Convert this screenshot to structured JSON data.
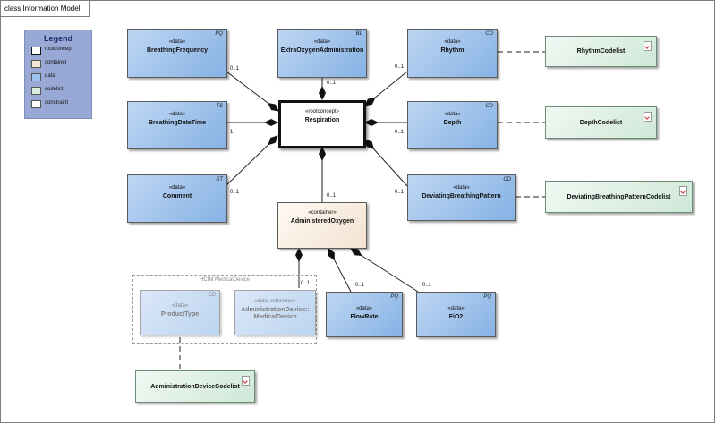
{
  "diagram_title": "class Information Model",
  "legend": {
    "title": "Legend",
    "items": [
      {
        "label": "rootconcept",
        "color": "#ffffff"
      },
      {
        "label": "container",
        "color": "#f6e7d9"
      },
      {
        "label": "data",
        "color": "#9cc1eb"
      },
      {
        "label": "codelist",
        "color": "#d9eede"
      },
      {
        "label": "constraint",
        "color": "#ffffff"
      }
    ]
  },
  "classes": {
    "breathing_frequency": {
      "stereotype": "«data»",
      "name": "BreathingFrequency",
      "type": "PQ"
    },
    "extra_oxygen": {
      "stereotype": "«data»",
      "name": "ExtraOxygenAdministration",
      "type": "BL"
    },
    "rhythm": {
      "stereotype": "«data»",
      "name": "Rhythm",
      "type": "CD"
    },
    "breathing_datetime": {
      "stereotype": "«data»",
      "name": "BreathingDateTime",
      "type": "TS"
    },
    "respiration": {
      "stereotype": "«rootconcept»",
      "name": "Respiration"
    },
    "depth": {
      "stereotype": "«data»",
      "name": "Depth",
      "type": "CD"
    },
    "comment": {
      "stereotype": "«data»",
      "name": "Comment",
      "type": "ST"
    },
    "administered_oxygen": {
      "stereotype": "«container»",
      "name": "AdministeredOxygen"
    },
    "deviating_pattern": {
      "stereotype": "«data»",
      "name": "DeviatingBreathingPattern",
      "type": "CD"
    },
    "product_type": {
      "stereotype": "«data»",
      "name": "ProductType",
      "type": "CD"
    },
    "medical_device": {
      "stereotype": "«data, reference»",
      "name_line1": "AdministrationDevice::",
      "name_line2": "MedicalDevice"
    },
    "flow_rate": {
      "stereotype": "«data»",
      "name": "FlowRate",
      "type": "PQ"
    },
    "fio2": {
      "stereotype": "«data»",
      "name": "FiO2",
      "type": "PQ"
    }
  },
  "codelists": {
    "rhythm_codelist": "RhythmCodelist",
    "depth_codelist": "DepthCodelist",
    "deviating_codelist": "DeviatingBreathingPatternCodelist",
    "admin_device_codelist": "AdministrationDeviceCodelist"
  },
  "package": {
    "label": "HCIM MedicalDevice"
  },
  "multiplicities": {
    "breathing_frequency": "0..1",
    "extra_oxygen": "0..1",
    "rhythm": "0..1",
    "breathing_datetime": "1",
    "depth": "0..1",
    "comment": "0..1",
    "administered_oxygen": "0..1",
    "deviating_pattern": "0..1",
    "medical_device": "0..1",
    "flow_rate": "0..1",
    "fio2": "0..1"
  }
}
